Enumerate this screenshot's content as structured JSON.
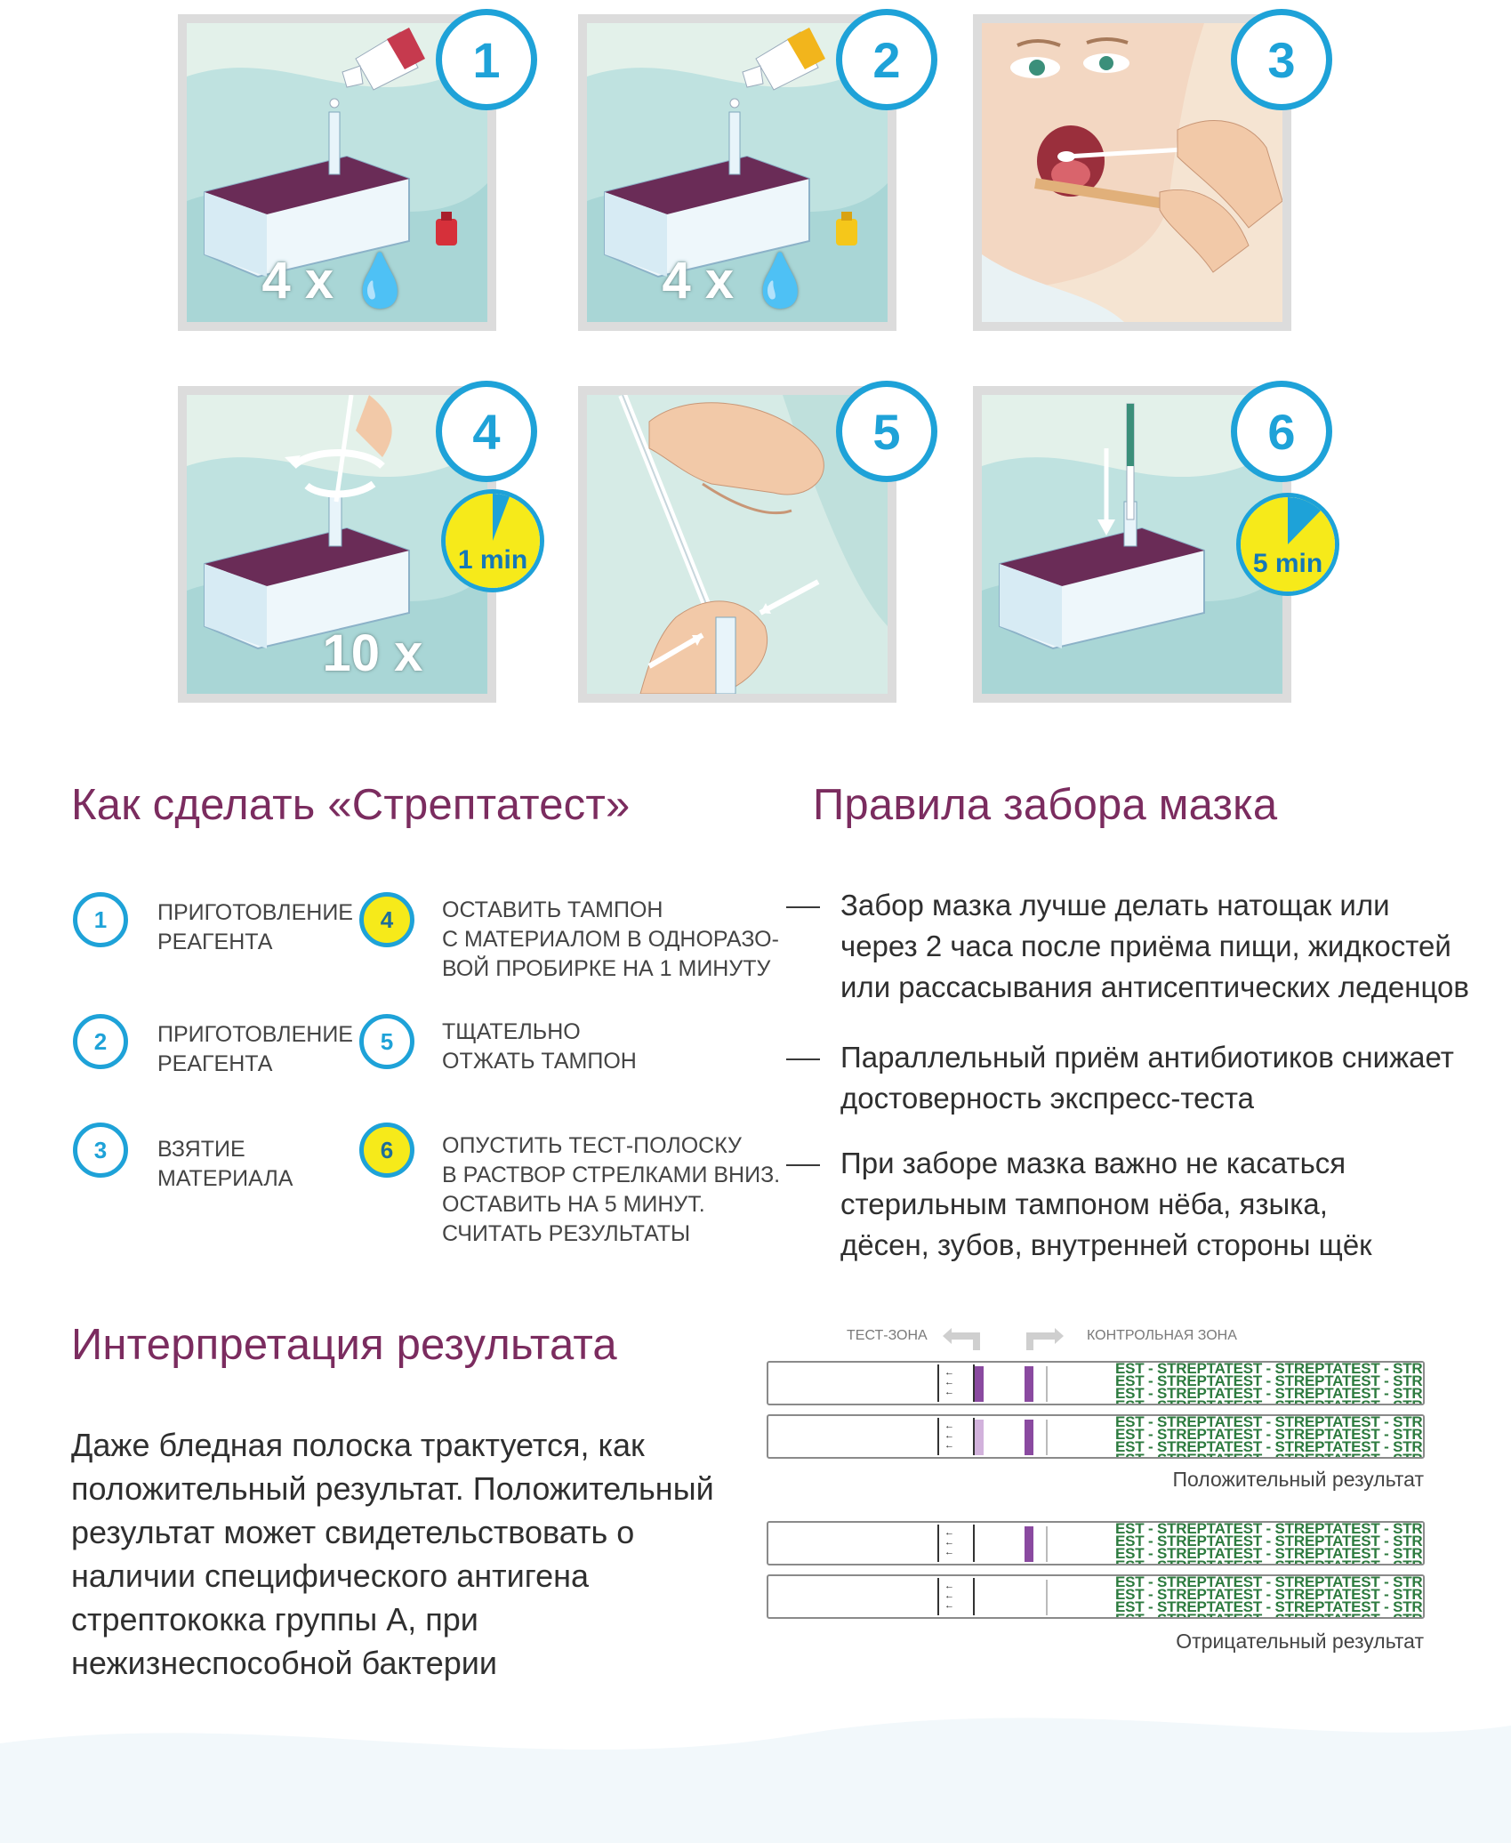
{
  "panels": [
    {
      "num": "1",
      "drops": "4 x"
    },
    {
      "num": "2",
      "drops": "4 x"
    },
    {
      "num": "3"
    },
    {
      "num": "4",
      "timer": "1 min",
      "drops": "10 x"
    },
    {
      "num": "5"
    },
    {
      "num": "6",
      "timer": "5 min"
    }
  ],
  "how_to": {
    "title": "Как сделать «Стрептатест»",
    "steps": [
      {
        "num": "1",
        "text": "ПРИГОТОВЛЕНИЕ\nРЕАГЕНТА"
      },
      {
        "num": "2",
        "text": "ПРИГОТОВЛЕНИЕ\nРЕАГЕНТА"
      },
      {
        "num": "3",
        "text": "ВЗЯТИЕ\nМАТЕРИАЛА"
      },
      {
        "num": "4",
        "text": "ОСТАВИТЬ ТАМПОН\nС МАТЕРИАЛОМ В ОДНОРАЗО-\nВОЙ ПРОБИРКЕ НА 1 МИНУТУ"
      },
      {
        "num": "5",
        "text": "ТЩАТЕЛЬНО\nОТЖАТЬ ТАМПОН"
      },
      {
        "num": "6",
        "text": "ОПУСТИТЬ ТЕСТ-ПОЛОСКУ\nВ РАСТВОР СТРЕЛКАМИ ВНИЗ.\nОСТАВИТЬ НА 5 МИНУТ.\nСЧИТАТЬ РЕЗУЛЬТАТЫ"
      }
    ]
  },
  "rules": {
    "title": "Правила забора мазка",
    "items": [
      "Забор мазка лучше делать натощак или\nчерез 2 часа после приёма пищи, жидкостей\nили рассасывания антисептических леденцов",
      "Параллельный приём антибиотиков снижает\nдостоверность экспресс-теста",
      "При заборе мазка важно не касаться\nстерильным тампоном нёба, языка,\nдёсен, зубов, внутренней стороны щёк"
    ]
  },
  "interpretation": {
    "title": "Интерпретация результата",
    "text": "Даже бледная полоска трактуется, как положительный результат. Положительный результат может свидетельствовать о наличии специфического антигена стрептококка группы А, при нежизнеспособной бактерии",
    "test_zone": "ТЕСТ-ЗОНА",
    "control_zone": "КОНТРОЛЬНАЯ ЗОНА",
    "positive_caption": "Положительный результат",
    "negative_caption": "Отрицательный результат",
    "strip_brand": "EST - STREPTATEST - STREPTATEST - STRE",
    "strips": [
      {
        "result": "positive",
        "test_line": "strong",
        "control_line": true
      },
      {
        "result": "positive",
        "test_line": "faint",
        "control_line": true
      },
      {
        "result": "negative",
        "test_line": "none",
        "control_line": true
      },
      {
        "result": "negative",
        "test_line": "none",
        "control_line": false
      }
    ]
  },
  "colors": {
    "accent_blue": "#1ea2d8",
    "heading_plum": "#7b2c5f",
    "timer_yellow": "#f6ea1a",
    "strip_line_purple": "#8a4aa0",
    "brand_green": "#2c7a3e"
  }
}
